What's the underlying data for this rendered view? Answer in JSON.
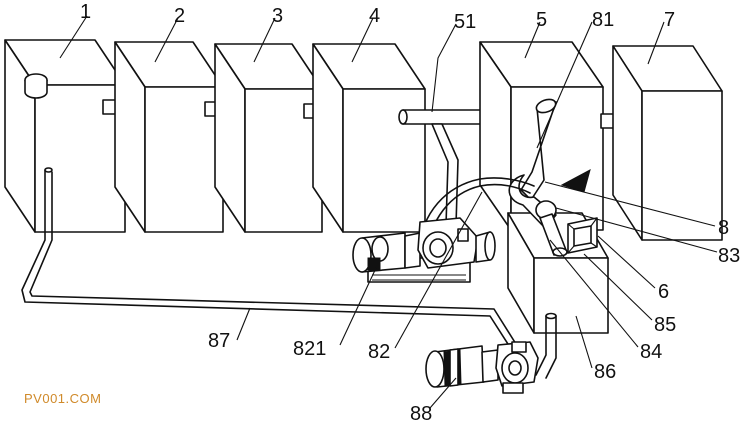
{
  "labels": {
    "l1": "1",
    "l2": "2",
    "l3": "3",
    "l4": "4",
    "l5": "5",
    "l51": "51",
    "l81": "81",
    "l7": "7",
    "l8": "8",
    "l83": "83",
    "l6": "6",
    "l85": "85",
    "l84": "84",
    "l86": "86",
    "l87": "87",
    "l821": "821",
    "l82": "82",
    "l88": "88"
  },
  "watermark": "PV001.COM",
  "colors": {
    "line": "#111111",
    "watermark": "#d08a2a",
    "background": "#ffffff"
  }
}
